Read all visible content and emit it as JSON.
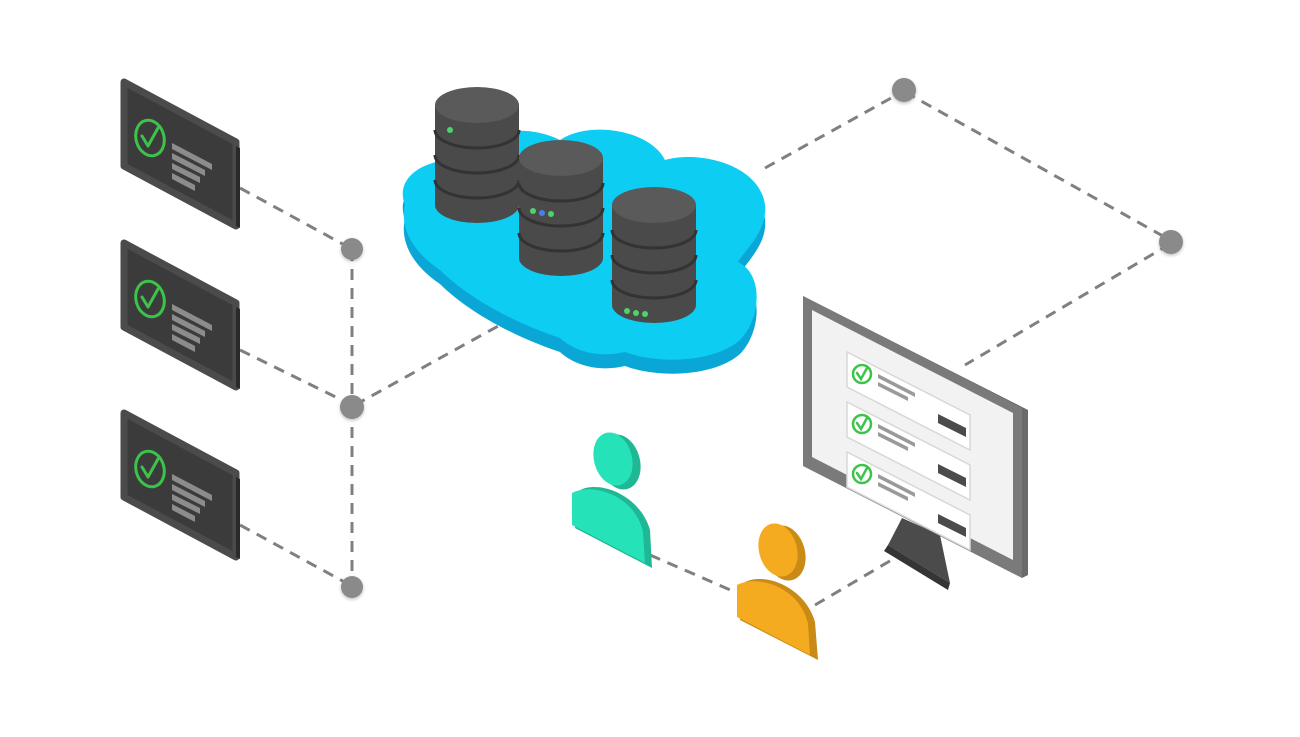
{
  "colors": {
    "background": "#ffffff",
    "cloud_top": "#0dcdf2",
    "cloud_side": "#0aa7d6",
    "server_top": "#5a5a5a",
    "server_body": "#4a4a4a",
    "server_dark": "#3a3a3a",
    "status_led": "#4ed36a",
    "status_led_blue": "#4a7ef0",
    "connector_line": "#808080",
    "node": "#8a8a8a",
    "device_frame": "#4b4b4b",
    "device_screen": "#3b3b3b",
    "check_green": "#3bc34a",
    "monitor_frame": "#7a7a7a",
    "monitor_screen": "#f2f2f2",
    "user_teal": "#25e2b8",
    "user_teal_shadow": "#1fb794",
    "user_orange": "#f5ab20",
    "user_orange_shadow": "#c98a16"
  },
  "icons": {
    "cloud": "cloud-icon",
    "server": "database-server-icon",
    "tablet": "tablet-device-icon",
    "check": "check-circle-icon",
    "monitor": "desktop-monitor-icon",
    "user": "user-icon",
    "node": "network-node-icon"
  },
  "illustration": {
    "client_devices": [
      {
        "status": "verified"
      },
      {
        "status": "verified"
      },
      {
        "status": "verified"
      }
    ],
    "servers": [
      {
        "stack": 1
      },
      {
        "stack": 2
      },
      {
        "stack": 3
      }
    ],
    "monitor_rows": [
      {
        "status": "verified"
      },
      {
        "status": "verified"
      },
      {
        "status": "verified"
      }
    ],
    "users": [
      {
        "color": "teal"
      },
      {
        "color": "orange"
      }
    ]
  }
}
